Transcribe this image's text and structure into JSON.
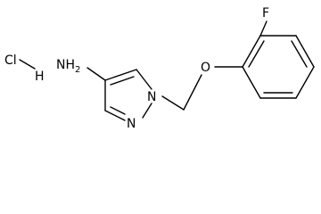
{
  "molecule": {
    "salt": {
      "chlorine_label": "Cl",
      "hydrogen_label": "H"
    },
    "amine_label": "NH",
    "amine_subscript": "2",
    "ring_nitrogen_1_label": "N",
    "ring_nitrogen_2_label": "N",
    "ether_oxygen_label": "O",
    "fluorine_label": "F"
  }
}
